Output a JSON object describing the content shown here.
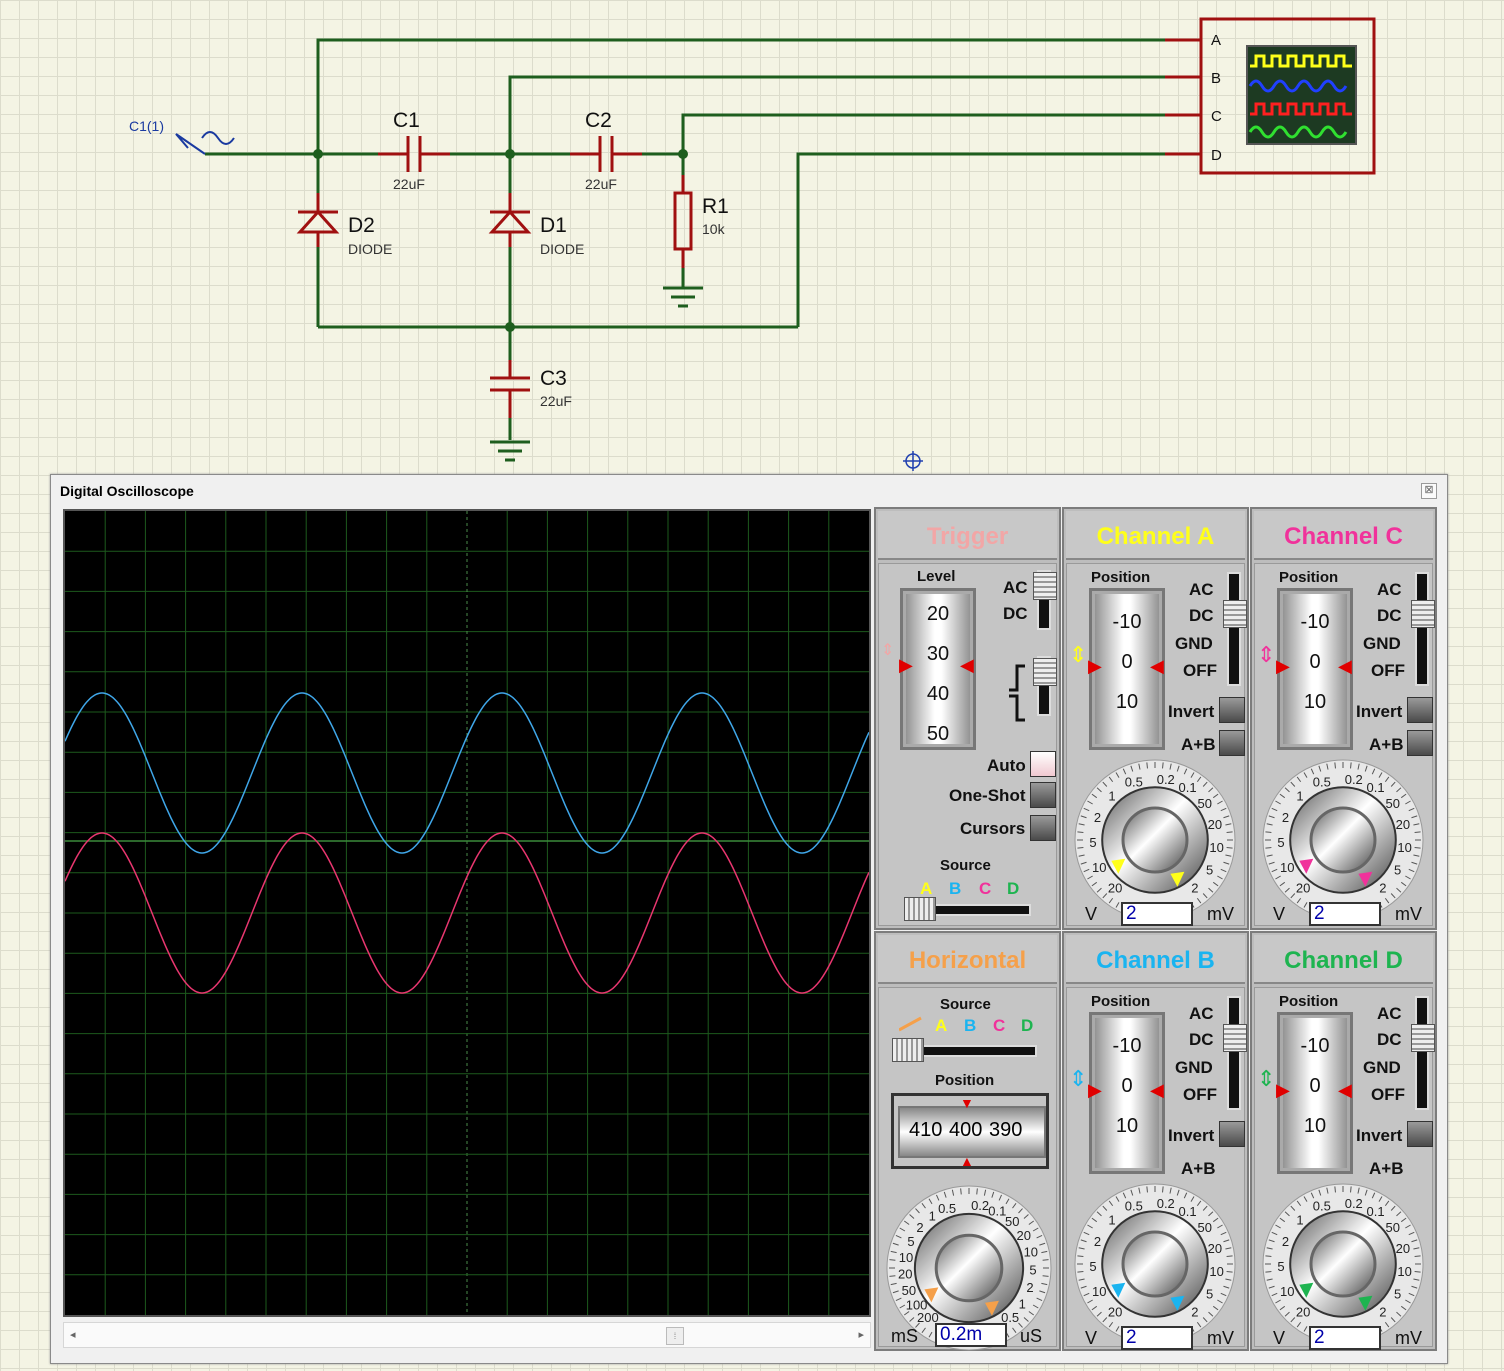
{
  "schematic": {
    "source_label": "C1(1)",
    "components": [
      {
        "ref": "C1",
        "value": "22uF"
      },
      {
        "ref": "C2",
        "value": "22uF"
      },
      {
        "ref": "C3",
        "value": "22uF"
      },
      {
        "ref": "D1",
        "value": "DIODE"
      },
      {
        "ref": "D2",
        "value": "DIODE"
      },
      {
        "ref": "R1",
        "value": "10k"
      }
    ],
    "scope_pins": [
      "A",
      "B",
      "C",
      "D"
    ]
  },
  "window": {
    "title": "Digital Oscilloscope",
    "close_glyph": "⊠"
  },
  "trigger": {
    "title": "Trigger",
    "title_color": "#f2a6a6",
    "level_label": "Level",
    "level_values": [
      "20",
      "30",
      "40",
      "50"
    ],
    "ac": "AC",
    "dc": "DC",
    "auto": "Auto",
    "one_shot": "One-Shot",
    "cursors": "Cursors",
    "source_label": "Source",
    "sources": [
      "A",
      "B",
      "C",
      "D"
    ]
  },
  "horizontal": {
    "title": "Horizontal",
    "title_color": "#f5a04a",
    "source_label": "Source",
    "sources": [
      "A",
      "B",
      "C",
      "D"
    ],
    "position_label": "Position",
    "position_values": [
      "410",
      "400",
      "390"
    ],
    "dial_left": [
      "0.5",
      "1",
      "2",
      "5",
      "10",
      "20",
      "50",
      "100",
      "200"
    ],
    "dial_right": [
      "0.2",
      "0.1",
      "50",
      "20",
      "10",
      "5",
      "2",
      "1",
      "0.5"
    ],
    "unit_left": "mS",
    "unit_right": "uS",
    "value": "0.2m"
  },
  "channels": [
    {
      "id": "A",
      "title": "Channel A",
      "color": "#ffff1a"
    },
    {
      "id": "B",
      "title": "Channel B",
      "color": "#1ab4f0"
    },
    {
      "id": "C",
      "title": "Channel C",
      "color": "#f0329b"
    },
    {
      "id": "D",
      "title": "Channel D",
      "color": "#1eb450"
    }
  ],
  "channel_common": {
    "position_label": "Position",
    "position_values": [
      "-10",
      "0",
      "10"
    ],
    "coupling": [
      "AC",
      "DC",
      "GND",
      "OFF"
    ],
    "invert": "Invert",
    "aplusb": "A+B",
    "dial_left": [
      "0.5",
      "1",
      "2",
      "5",
      "10",
      "20"
    ],
    "dial_right": [
      "0.2",
      "0.1",
      "50",
      "20",
      "10",
      "5",
      "2"
    ],
    "unit_left": "V",
    "unit_right": "mV",
    "value": "2"
  },
  "colors": {
    "trace_b": "#3fa6e8",
    "trace_c": "#e8366f",
    "grid": "#1d5a1d",
    "wire": "#1a5a1a",
    "component": "#a01010"
  }
}
